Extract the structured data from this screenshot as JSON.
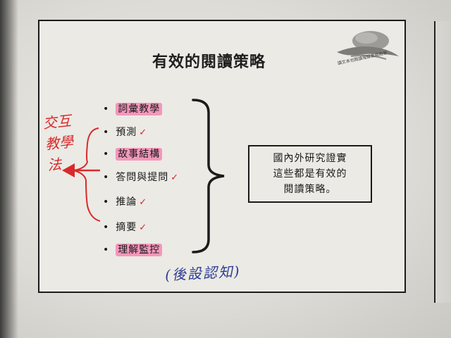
{
  "slide": {
    "title": "有效的閱讀策略",
    "logo_text": "讀文本也閱讀理解策略教學"
  },
  "strategies": [
    {
      "label": "詞彙教學",
      "highlighted": true,
      "checked": false
    },
    {
      "label": "預測",
      "highlighted": false,
      "checked": true
    },
    {
      "label": "故事結構",
      "highlighted": true,
      "checked": false
    },
    {
      "label": "答問與提問",
      "highlighted": false,
      "checked": true
    },
    {
      "label": "推論",
      "highlighted": false,
      "checked": true
    },
    {
      "label": "摘要",
      "highlighted": false,
      "checked": true
    },
    {
      "label": "理解監控",
      "highlighted": true,
      "checked": false
    }
  ],
  "bullet": "•",
  "check_mark": "✓",
  "summary_box": {
    "lines": [
      "國內外研究證實",
      "這些都是有效的",
      "閱讀策略。"
    ]
  },
  "handwriting": {
    "red_note": "交互教學法",
    "blue_note": "(後設認知)"
  },
  "colors": {
    "highlight": "#f674aa",
    "red_ink": "#d82a2a",
    "blue_ink": "#2c3c93"
  }
}
